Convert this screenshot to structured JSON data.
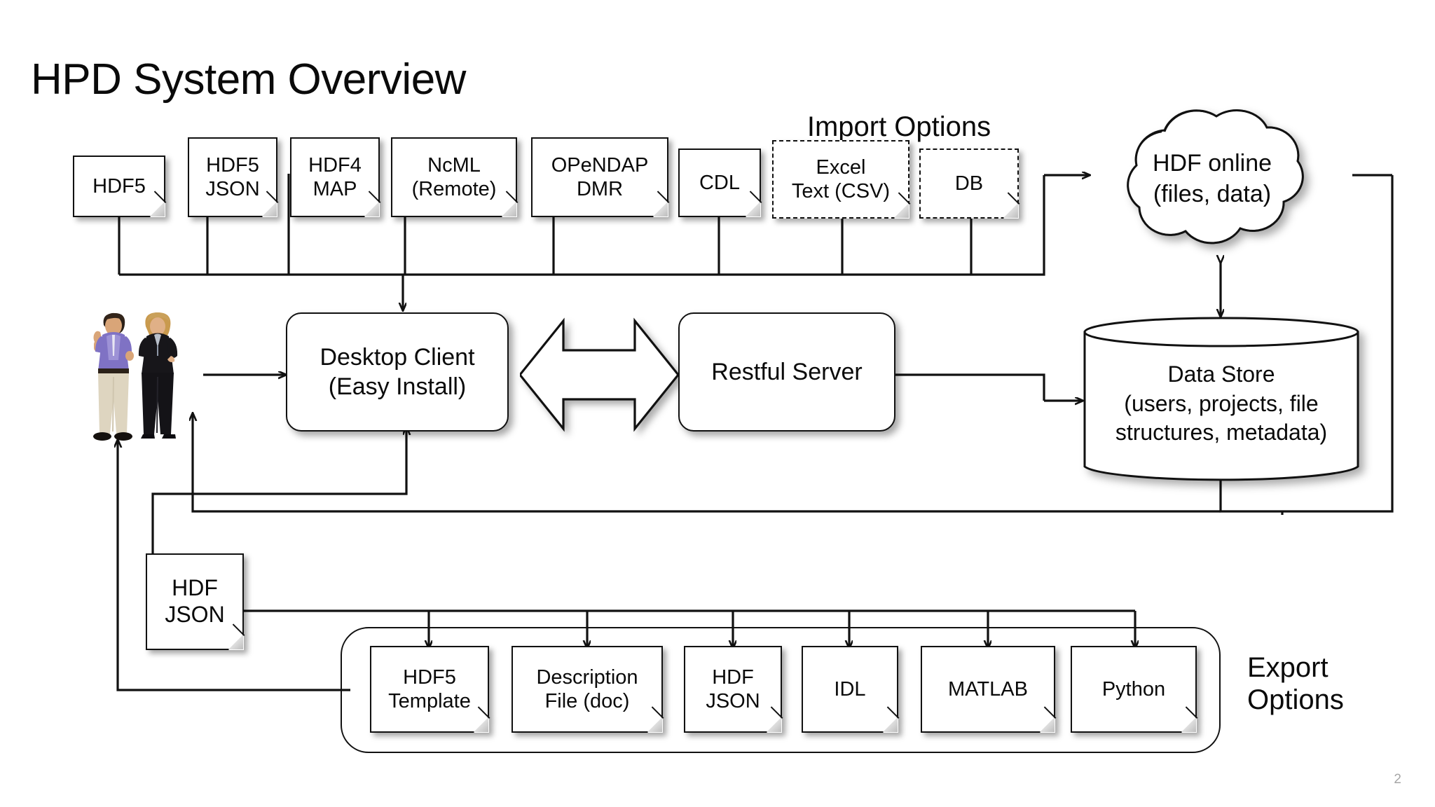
{
  "slide": {
    "title": "HPD System Overview",
    "number": "2"
  },
  "labels": {
    "import_options": "Import Options",
    "export_options_line1": "Export",
    "export_options_line2": "Options"
  },
  "import_sources": [
    {
      "id": "hdf5",
      "line1": "HDF5",
      "line2": "",
      "dashed": false
    },
    {
      "id": "hdf5json",
      "line1": "HDF5",
      "line2": "JSON",
      "dashed": false
    },
    {
      "id": "hdf4map",
      "line1": "HDF4",
      "line2": "MAP",
      "dashed": false
    },
    {
      "id": "ncml",
      "line1": "NcML",
      "line2": "(Remote)",
      "dashed": false
    },
    {
      "id": "opendap",
      "line1": "OPeNDAP",
      "line2": "DMR",
      "dashed": false
    },
    {
      "id": "cdl",
      "line1": "CDL",
      "line2": "",
      "dashed": false
    },
    {
      "id": "excelcsv",
      "line1": "Excel",
      "line2": "Text (CSV)",
      "dashed": true
    },
    {
      "id": "db",
      "line1": "DB",
      "line2": "",
      "dashed": true
    }
  ],
  "core": {
    "desktop_client_line1": "Desktop Client",
    "desktop_client_line2": "(Easy Install)",
    "restful_server": "Restful Server",
    "hdf_online_line1": "HDF online",
    "hdf_online_line2": "(files, data)",
    "data_store_line1": "Data Store",
    "data_store_line2": "(users, projects, file",
    "data_store_line3": "structures, metadata)",
    "hdf_json_line1": "HDF",
    "hdf_json_line2": "JSON"
  },
  "export_targets": [
    {
      "id": "hdf5template",
      "line1": "HDF5",
      "line2": "Template"
    },
    {
      "id": "descfile",
      "line1": "Description",
      "line2": "File (doc)"
    },
    {
      "id": "hdfjson",
      "line1": "HDF",
      "line2": "JSON"
    },
    {
      "id": "idl",
      "line1": "IDL",
      "line2": ""
    },
    {
      "id": "matlab",
      "line1": "MATLAB",
      "line2": ""
    },
    {
      "id": "python",
      "line1": "Python",
      "line2": ""
    }
  ],
  "colors": {
    "stroke": "#111111",
    "background": "#ffffff",
    "slide_number": "#a6a6a6"
  }
}
